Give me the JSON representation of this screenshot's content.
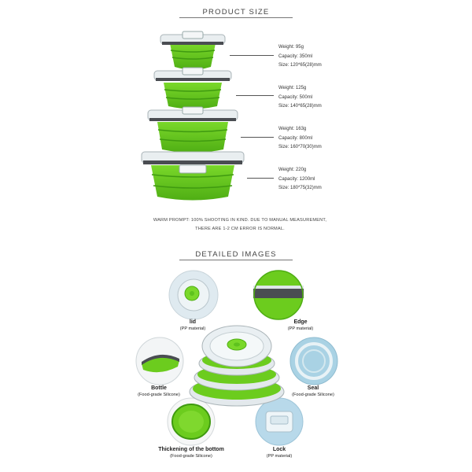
{
  "product_size": {
    "title": "PRODUCT SIZE",
    "items": [
      {
        "weight": "Weight: 95g",
        "capacity": "Capacity: 350ml",
        "size": "Size: 120*65(28)mm"
      },
      {
        "weight": "Weight: 125g",
        "capacity": "Capacity: 500ml",
        "size": "Size: 140*65(28)mm"
      },
      {
        "weight": "Weight: 163g",
        "capacity": "Capacity: 800ml",
        "size": "Size: 160*70(30)mm"
      },
      {
        "weight": "Weight: 220g",
        "capacity": "Capacity: 1200ml",
        "size": "Size: 180*75(32)mm"
      }
    ],
    "warm_prompt_line1": "WARM PROMPT: 100% SHOOTING IN KIND. DUE TO MANUAL MEASUREMENT,",
    "warm_prompt_line2": "THERE ARE 1-2 CM ERROR IS NORMAL."
  },
  "detailed_images": {
    "title": "DETAILED IMAGES",
    "lid": {
      "name": "lid",
      "material": "(PP material)"
    },
    "edge": {
      "name": "Edge",
      "material": "(PP material)"
    },
    "bottle": {
      "name": "Bottle",
      "material": "(Food-grade Silicone)"
    },
    "seal": {
      "name": "Seal",
      "material": "(Food-grade Silicone)"
    },
    "bottom": {
      "name": "Thickening of the bottom",
      "material": "(Food-grade Silicone)"
    },
    "lock": {
      "name": "Lock",
      "material": "(PP material)"
    }
  },
  "colors": {
    "silicone_green": "#6ccc1e",
    "silicone_dark": "#3f9a10",
    "lid_clear": "#e9eef0",
    "gasket_gray": "#4a4d52"
  }
}
